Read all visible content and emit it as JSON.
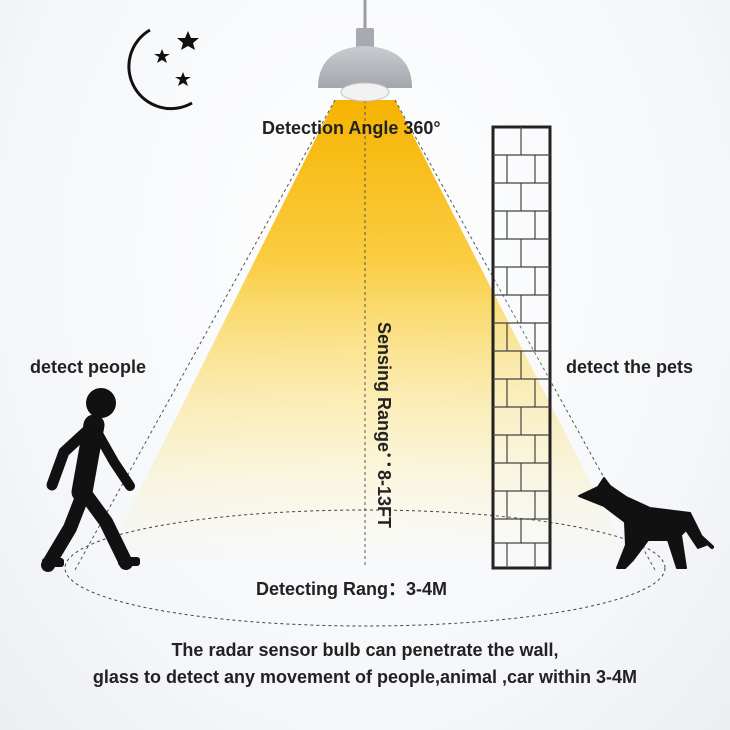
{
  "labels": {
    "detection_angle": "Detection Angle 360°",
    "sensing_range": "Sensing Range：8-13FT",
    "detect_people": "detect people",
    "detect_pets": "detect the pets",
    "detecting_range": "Detecting Rang：3-4M"
  },
  "caption": {
    "line1": "The radar sensor bulb can penetrate the wall,",
    "line2": "glass to detect any movement of people,animal ,car within 3-4M"
  },
  "colors": {
    "beam": "#f7b500",
    "lamp": "#b9bcc0",
    "figure": "#111111",
    "wall_stroke": "#222222"
  },
  "icons": {
    "night": "moon-stars-icon",
    "lamp": "pendant-lamp-icon",
    "person": "walking-person-icon",
    "pet": "dog-icon",
    "wall": "brick-wall-icon"
  }
}
